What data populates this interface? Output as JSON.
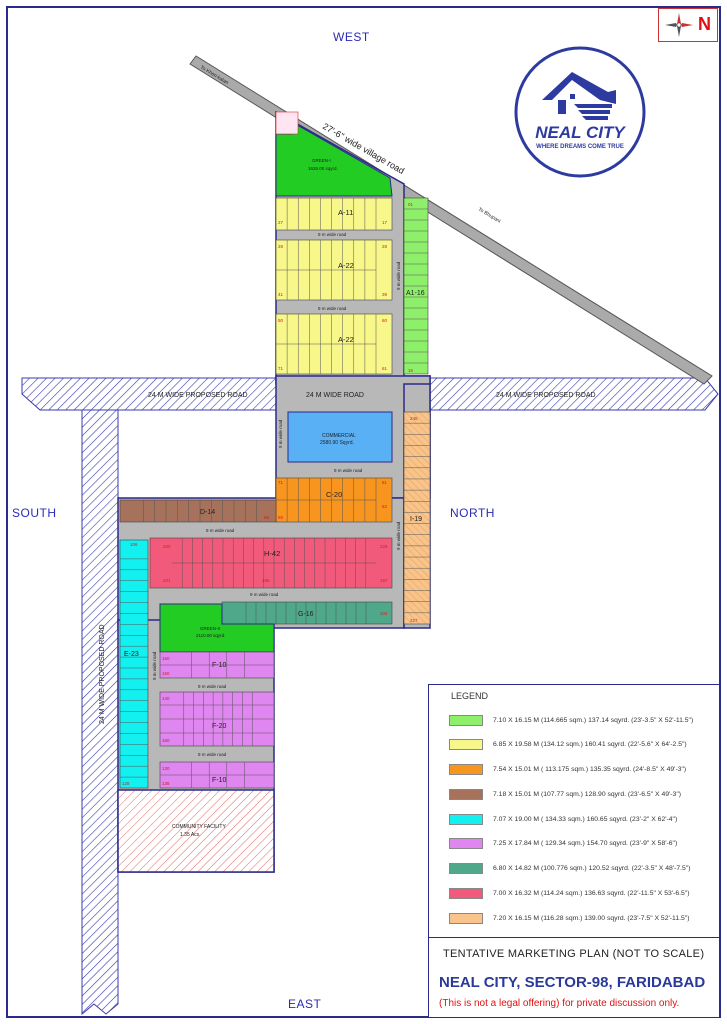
{
  "directions": {
    "west": "WEST",
    "east": "EAST",
    "south": "SOUTH",
    "north": "NORTH"
  },
  "compass": {
    "letter": "N"
  },
  "logo": {
    "brand": "NEAL CITY",
    "tagline": "WHERE DREAMS COME TRUE"
  },
  "roads": {
    "village_road": "27'-6\" wide village road",
    "to_kheri": "To Kheri-kalan",
    "to_bhupani": "To Bhupani",
    "proposed_left": "24 M WIDE PROPOSED ROAD",
    "proposed_right": "24 M WIDE PROPOSED ROAD",
    "proposed_vertical": "24 M WIDE PROPOSED ROAD",
    "main_24m": "24 M WIDE ROAD",
    "road_9m": "9 m wide road"
  },
  "blocks": {
    "a11": "A-11",
    "a22a": "A-22",
    "a22b": "A-22",
    "a116": "A1-16",
    "commercial": "COMMERCIAL",
    "commercial_area": "2580.90 Sqyrd.",
    "c20": "C-20",
    "i19": "I-19",
    "d14": "D-14",
    "h42": "H-42",
    "g16": "G-16",
    "e23": "E-23",
    "f10a": "F-10",
    "f20": "F-20",
    "f10b": "F-10",
    "green1": "GREEN-I",
    "green1_area": "1626.00 sqyrd.",
    "green2": "GREEN-II",
    "green2_area": "2110.00 sqyrd.",
    "community": "COMMUNITY FACILITY",
    "community_area": "1.35 Acs."
  },
  "plot_numbers": {
    "a11_l": "27",
    "a11_r": "17",
    "a22a_tl": "28",
    "a22a_tr": "28",
    "a22a_bl": "41",
    "a22a_br": "39",
    "a22b_tl": "50",
    "a22b_tr": "60",
    "a22b_bl": "71",
    "a22b_br": "61",
    "a116_t": "01",
    "a116_b": "16",
    "c20_tl": "71",
    "c20_tr": "81",
    "c20_bl": "60",
    "c20_br": "62",
    "i19_t": "245",
    "i19_b": "227",
    "d14_r": "96",
    "h42_tl": "200",
    "h42_tr": "228",
    "h42_bl": "201",
    "h42_br": "187",
    "h42_m": "186",
    "g16_r": "104",
    "e23_t": "106",
    "e23_b": "128",
    "f10a_t": "150",
    "f10a_b": "150",
    "f20_t": "140",
    "f20_b": "160",
    "f10b_t": "130",
    "f10b_b": "138"
  },
  "legend": {
    "title": "LEGEND",
    "items": [
      {
        "color": "#8ef06a",
        "text": "7.10 X 16.15 M (114.665 sqm.) 137.14 sqyrd. (23'-3.5\" X 52'-11.5\")"
      },
      {
        "color": "#f7f78a",
        "text": "6.85 X 19.58 M (134.12 sqm.) 160.41 sqyrd. (22'-5.6\" X 64'-2.5\")"
      },
      {
        "color": "#f7951e",
        "text": "7.54 X 15.01 M ( 113.175 sqm.) 135.35 sqyrd. (24'-8.5\" X 49'-3\")"
      },
      {
        "color": "#a7725b",
        "text": "7.18 X 15.01 M (107.77 sqm.) 128.90 sqyrd. (23'-6.5\" X 49'-3\")"
      },
      {
        "color": "#12f0f0",
        "text": "7.07 X 19.00 M ( 134.33 sqm.) 160.65 sqyrd. (23'-2\" X 62'-4\")"
      },
      {
        "color": "#df86f0",
        "text": "7.25 X 17.84 M ( 129.34 sqm.) 154.70 sqyrd. (23'-9\" X 58'-6\")"
      },
      {
        "color": "#4fa88a",
        "text": "6.80 X 14.82 M (100.776 sqm.) 120.52 sqyrd. (22'-3.5\" X 48'-7.5\")"
      },
      {
        "color": "#f25a7c",
        "text": "7.00 X 16.32 M (114.24 sqm.) 136.63 sqyrd. (22'-11.5\" X 53'-6.5\")"
      },
      {
        "color": "#f8c48b",
        "text": "7.20 X 16.15 M (116.28 sqm.) 139.00 sqyrd. (23'-7.5\" X 52'-11.5\")"
      }
    ]
  },
  "title_block": {
    "tentative": "TENTATIVE MARKETING PLAN (NOT TO SCALE)",
    "project_name": "NEAL CITY",
    "project_location": ", SECTOR-98, FARIDABAD",
    "disclaimer": "(This is not a legal offering) for private discussion only."
  }
}
